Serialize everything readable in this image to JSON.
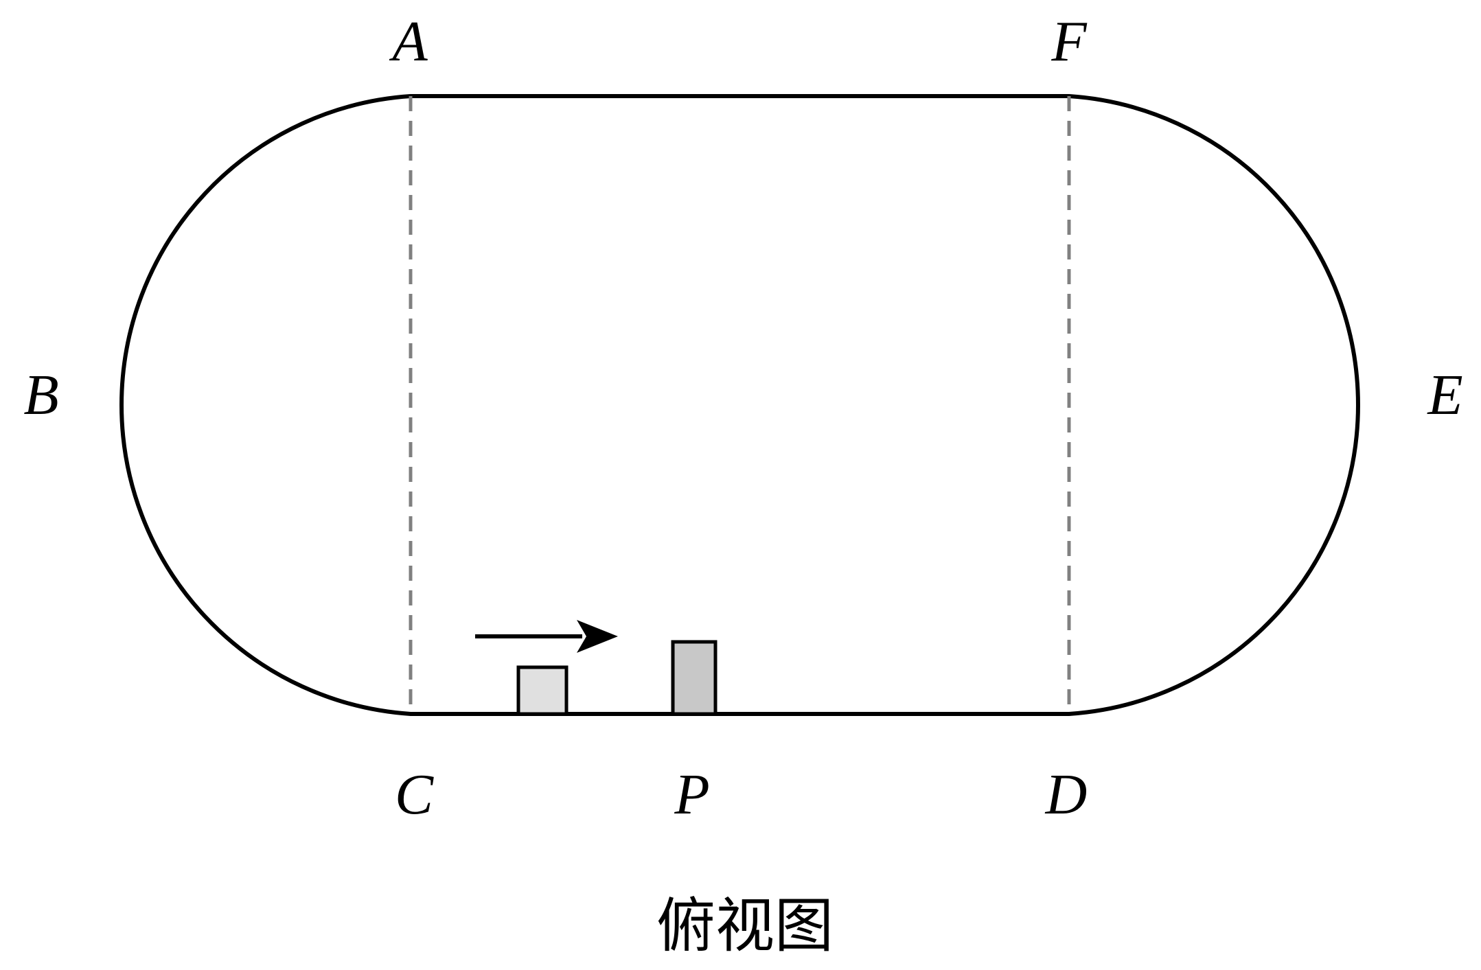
{
  "points": {
    "A": "A",
    "B": "B",
    "C": "C",
    "D": "D",
    "E": "E",
    "F": "F",
    "P": "P"
  },
  "caption": "俯视图",
  "colors": {
    "track": "#000000",
    "divider": "#808080",
    "block_left": "#e0e0e0",
    "block_right": "#c8c8c8"
  }
}
